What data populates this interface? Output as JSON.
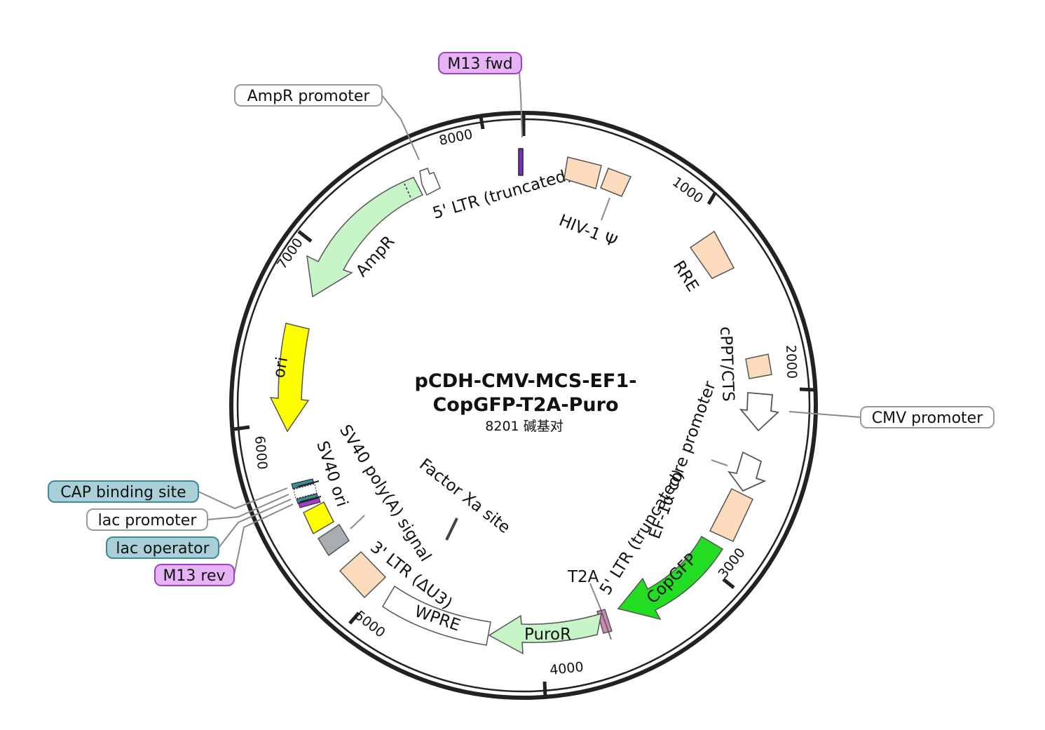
{
  "title_line1": "pCDH-CMV-MCS-EF1-",
  "title_line2": "CopGFP-T2A-Puro",
  "size_label": "8201 碱基对",
  "ticks": [
    "1000",
    "2000",
    "3000",
    "4000",
    "5000",
    "6000",
    "7000",
    "8000"
  ],
  "features": {
    "ltr5_trunc": "5' LTR (truncated)",
    "hiv_psi": "HIV-1 Ψ",
    "rre": "RRE",
    "cppt": "cPPT/CTS",
    "ef1a": "EF-1α core promoter",
    "ltr5_trunc2": "5' LTR (truncated)",
    "copgfp": "CopGFP",
    "t2a": "T2A",
    "puror": "PuroR",
    "wpre": "WPRE",
    "ltr3": "3' LTR (ΔU3)",
    "sv40_polya": "SV40 poly(A) signal",
    "sv40_ori": "SV40 ori",
    "factor_xa": "Factor Xa site",
    "ori": "ori",
    "ampr": "AmpR"
  },
  "boxed_labels": {
    "m13_fwd": "M13 fwd",
    "ampr_promoter": "AmpR promoter",
    "cmv_promoter": "CMV promoter",
    "cap_binding": "CAP binding site",
    "lac_promoter": "lac promoter",
    "lac_operator": "lac operator",
    "m13_rev": "M13 rev"
  },
  "colors": {
    "backbone": "#222222",
    "beige": "#fcdcbc",
    "light_green": "#c8f5c8",
    "bright_green": "#22dd22",
    "yellow": "#ffff00",
    "purple_box": "#e6b4f5",
    "purple_border": "#a040c8",
    "teal_box": "#a9d0d8",
    "teal_border": "#3b8a99",
    "t2a": "#c98ab4",
    "gray": "#a8adb2"
  }
}
